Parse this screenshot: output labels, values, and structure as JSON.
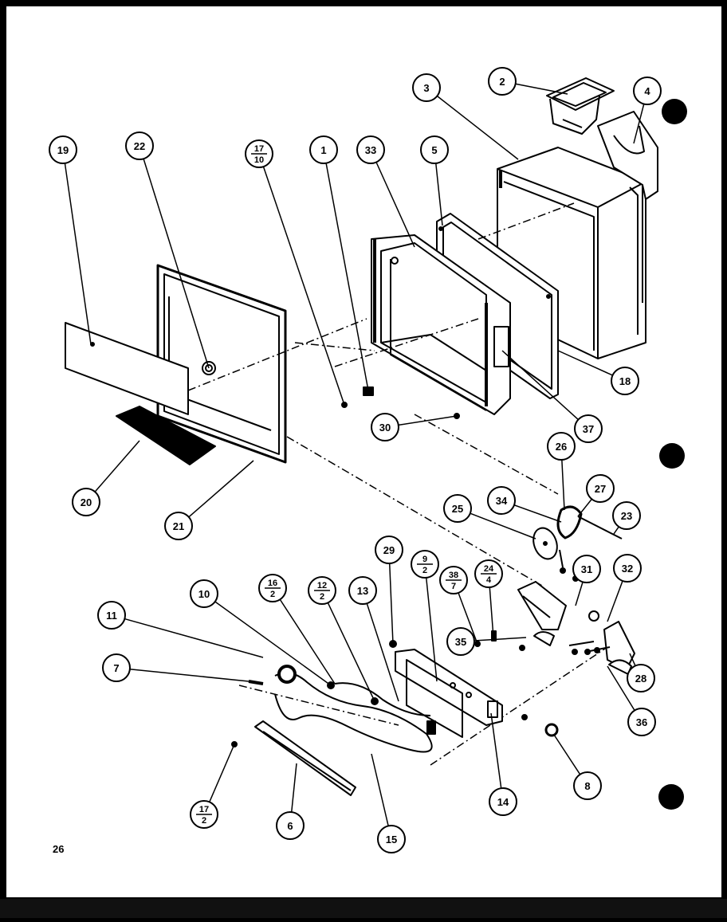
{
  "page_number": "26",
  "callouts": [
    {
      "id": "c19",
      "top": "19"
    },
    {
      "id": "c22",
      "top": "22"
    },
    {
      "id": "c17a",
      "top": "17",
      "bottom": "10"
    },
    {
      "id": "c1",
      "top": "1"
    },
    {
      "id": "c33",
      "top": "33"
    },
    {
      "id": "c5",
      "top": "5"
    },
    {
      "id": "c3",
      "top": "3"
    },
    {
      "id": "c2",
      "top": "2"
    },
    {
      "id": "c4",
      "top": "4"
    },
    {
      "id": "c18",
      "top": "18"
    },
    {
      "id": "c37",
      "top": "37"
    },
    {
      "id": "c30",
      "top": "30"
    },
    {
      "id": "c20",
      "top": "20"
    },
    {
      "id": "c21",
      "top": "21"
    },
    {
      "id": "c26",
      "top": "26"
    },
    {
      "id": "c27",
      "top": "27"
    },
    {
      "id": "c34",
      "top": "34"
    },
    {
      "id": "c25",
      "top": "25"
    },
    {
      "id": "c23",
      "top": "23"
    },
    {
      "id": "c29",
      "top": "29"
    },
    {
      "id": "c9",
      "top": "9",
      "bottom": "2"
    },
    {
      "id": "c38",
      "top": "38",
      "bottom": "7"
    },
    {
      "id": "c24",
      "top": "24",
      "bottom": "4"
    },
    {
      "id": "c31",
      "top": "31"
    },
    {
      "id": "c32",
      "top": "32"
    },
    {
      "id": "c10",
      "top": "10"
    },
    {
      "id": "c16",
      "top": "16",
      "bottom": "2"
    },
    {
      "id": "c12",
      "top": "12",
      "bottom": "2"
    },
    {
      "id": "c13",
      "top": "13"
    },
    {
      "id": "c11",
      "top": "11"
    },
    {
      "id": "c7",
      "top": "7"
    },
    {
      "id": "c35",
      "top": "35"
    },
    {
      "id": "c28",
      "top": "28"
    },
    {
      "id": "c36",
      "top": "36"
    },
    {
      "id": "c8",
      "top": "8"
    },
    {
      "id": "c14",
      "top": "14"
    },
    {
      "id": "c15",
      "top": "15"
    },
    {
      "id": "c6",
      "top": "6"
    },
    {
      "id": "c17b",
      "top": "17",
      "bottom": "2"
    }
  ]
}
